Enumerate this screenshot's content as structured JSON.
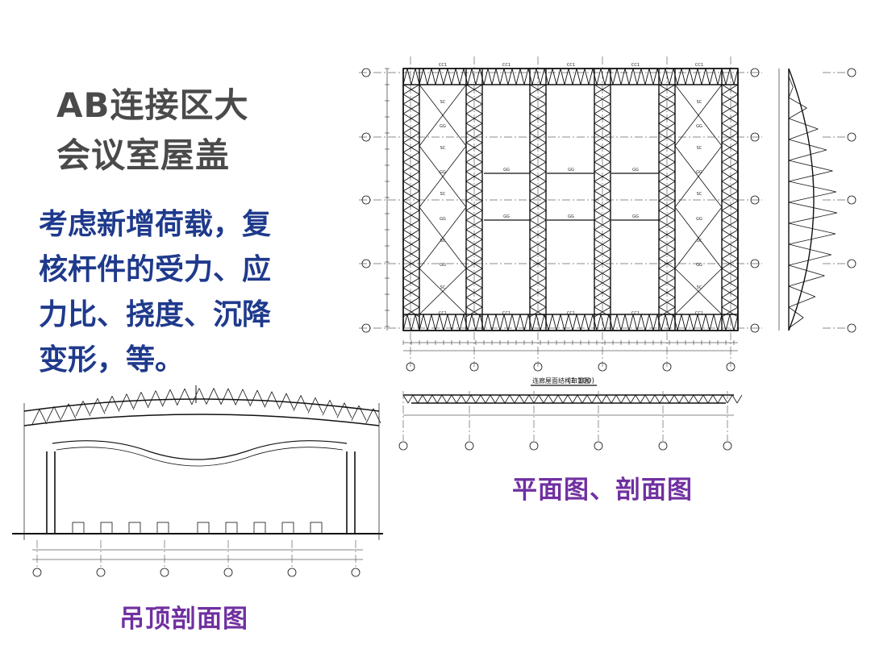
{
  "title": {
    "line1": "AB连接区大",
    "line2": "会议室屋盖"
  },
  "description": {
    "line1": "考虑新增荷载，复",
    "line2": "核杆件的受力、应",
    "line3": "力比、挠度、沉降",
    "line4": "变形，等。"
  },
  "captions": {
    "plan_section": "平面图、剖面图",
    "ceiling_section": "吊顶剖面图"
  },
  "drawing": {
    "plan_title": "连廊屋面结构布置图",
    "plan_scale": "(1:100)",
    "member_labels": {
      "top_chord": "CC1",
      "web": "SC",
      "secondary": "GG"
    },
    "colors": {
      "title": "#4a4a4a",
      "description": "#1f3a8c",
      "caption": "#7030a0",
      "lines": "#111111"
    }
  }
}
